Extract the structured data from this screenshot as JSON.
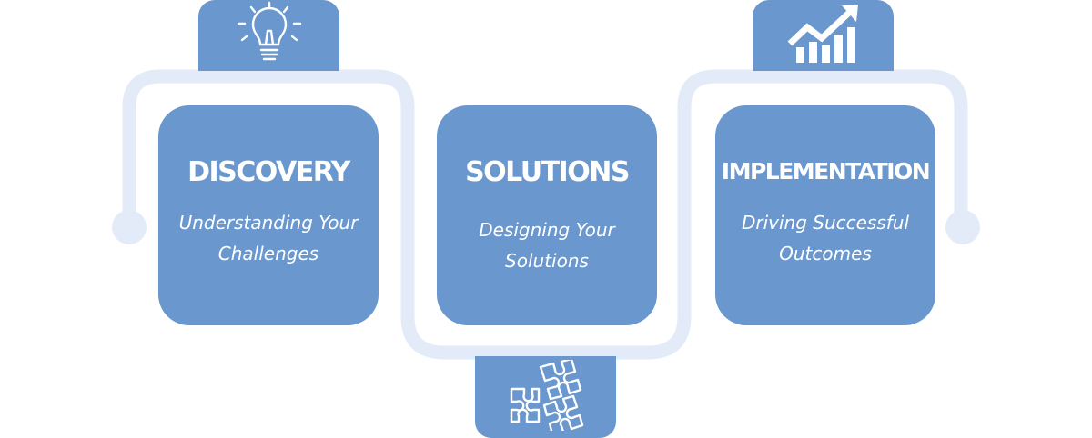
{
  "colors": {
    "card": "#6a97cd",
    "connector": "#e2ebf7",
    "text": "#ffffff"
  },
  "steps": [
    {
      "title": "DISCOVERY",
      "subtitle_line1": "Understanding Your",
      "subtitle_line2": "Challenges",
      "icon": "lightbulb-icon"
    },
    {
      "title": "SOLUTIONS",
      "subtitle_line1": "Designing Your",
      "subtitle_line2": "Solutions",
      "icon": "puzzle-icon"
    },
    {
      "title": "IMPLEMENTATION",
      "subtitle_line1": "Driving Successful",
      "subtitle_line2": "Outcomes",
      "icon": "growth-chart-icon"
    }
  ]
}
